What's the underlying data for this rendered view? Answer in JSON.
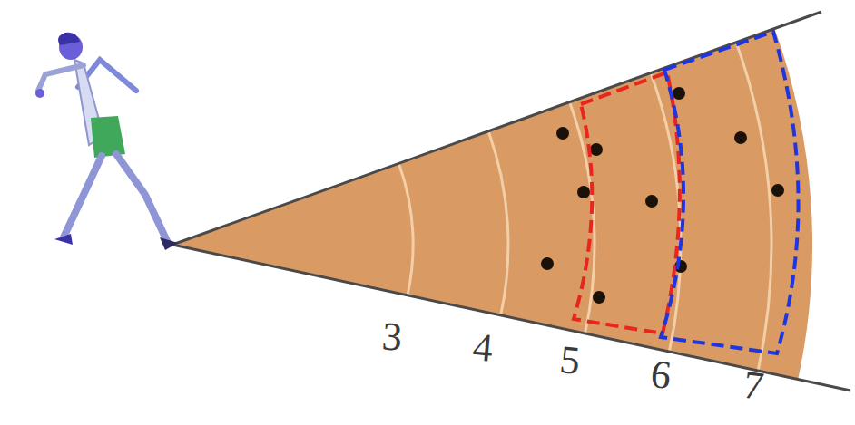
{
  "diagram": {
    "labels": [
      "3",
      "4",
      "5",
      "6",
      "7"
    ]
  }
}
